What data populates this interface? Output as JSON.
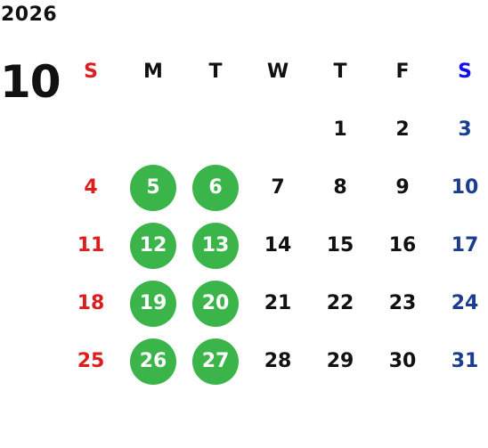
{
  "calendar": {
    "year": "2026",
    "month": "10",
    "weekdays": [
      "S",
      "M",
      "T",
      "W",
      "T",
      "F",
      "S"
    ],
    "weeks": [
      [
        "",
        "",
        "",
        "",
        "1",
        "2",
        "3"
      ],
      [
        "4",
        "5",
        "6",
        "7",
        "8",
        "9",
        "10"
      ],
      [
        "11",
        "12",
        "13",
        "14",
        "15",
        "16",
        "17"
      ],
      [
        "18",
        "19",
        "20",
        "21",
        "22",
        "23",
        "24"
      ],
      [
        "25",
        "26",
        "27",
        "28",
        "29",
        "30",
        "31"
      ]
    ],
    "highlighted_days": [
      "5",
      "6",
      "12",
      "13",
      "19",
      "20",
      "26",
      "27"
    ],
    "colors": {
      "sunday": "#dd1e1e",
      "saturday": "#1b3d91",
      "saturday_header": "#1010ee",
      "weekday": "#111111",
      "highlight": "#3bb54a"
    }
  }
}
